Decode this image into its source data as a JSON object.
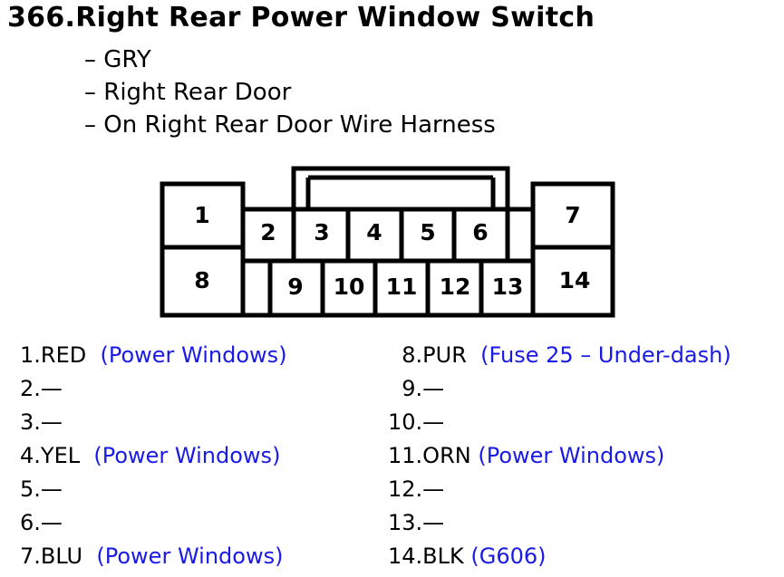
{
  "title": "366.Right Rear Power Window Switch",
  "info": [
    "– GRY",
    "– Right Rear Door",
    "– On Right Rear Door Wire Harness"
  ],
  "connector_labels": {
    "c1": "1",
    "c2": "2",
    "c3": "3",
    "c4": "4",
    "c5": "5",
    "c6": "6",
    "c7": "7",
    "c8": "8",
    "c9": "9",
    "c10": "10",
    "c11": "11",
    "c12": "12",
    "c13": "13",
    "c14": "14"
  },
  "pins_left": [
    {
      "pin": "1.",
      "wire": "RED",
      "desc": "(Power Windows)"
    },
    {
      "pin": "2.",
      "wire": "—",
      "desc": ""
    },
    {
      "pin": "3.",
      "wire": "—",
      "desc": ""
    },
    {
      "pin": "4.",
      "wire": "YEL",
      "desc": "(Power Windows)"
    },
    {
      "pin": "5.",
      "wire": "—",
      "desc": ""
    },
    {
      "pin": "6.",
      "wire": "—",
      "desc": ""
    },
    {
      "pin": "7.",
      "wire": "BLU",
      "desc": "(Power Windows)"
    }
  ],
  "pins_right": [
    {
      "pin": "8.",
      "wire": "PUR",
      "desc": "(Fuse 25 – Under-dash)"
    },
    {
      "pin": "9.",
      "wire": "—",
      "desc": ""
    },
    {
      "pin": "10.",
      "wire": "—",
      "desc": ""
    },
    {
      "pin": "11.",
      "wire": "ORN",
      "desc": "(Power Windows)"
    },
    {
      "pin": "12.",
      "wire": "—",
      "desc": ""
    },
    {
      "pin": "13.",
      "wire": "—",
      "desc": ""
    },
    {
      "pin": "14.",
      "wire": "BLK",
      "desc": "(G606)"
    }
  ],
  "colors": {
    "link": "#1a1ae6",
    "text": "#000000"
  }
}
